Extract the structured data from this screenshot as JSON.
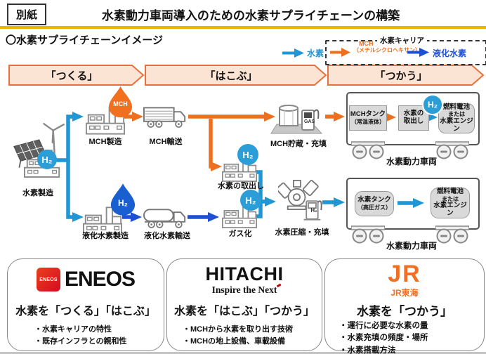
{
  "header": {
    "tag": "別紙",
    "title": "水素動力車両導入のための水素サプライチェーンの構築",
    "section_title": "〇水素サプライチェーンイメージ",
    "accent_color": "#f0b400"
  },
  "legend": {
    "hydrogen_label": "水素",
    "hydrogen_color": "#2196d4",
    "carrier_box_title": "水素キャリア",
    "mch_label_line1": "MCH",
    "mch_label_line2": "（メチルシクロヘキサン）",
    "mch_color": "#ed7020",
    "liquefied_label": "液化水素",
    "liquefied_color": "#1d50d6"
  },
  "phases": [
    {
      "label": "「つくる」"
    },
    {
      "label": "「はこぶ」"
    },
    {
      "label": "「つかう」"
    }
  ],
  "diagram": {
    "nodes": {
      "hydrogen_production": "水素製造",
      "mch_production": "MCH製造",
      "mch_transport": "MCH輸送",
      "mch_storage": "MCH貯蔵・充填",
      "hydrogen_extraction": "水素の取出し",
      "lh2_production": "液化水素製造",
      "lh2_transport": "液化水素輸送",
      "gasification": "ガス化",
      "compression": "水素圧縮・充填",
      "vehicle_top_label": "水素動力車両",
      "vehicle_bottom_label": "水素動力車両"
    },
    "badges": {
      "h2": "H₂",
      "mch": "MCH",
      "gas": "GAS",
      "pump_h2": "H₂"
    },
    "vehicle_top": {
      "tank_line1": "MCHタンク",
      "tank_line2": "（常温液体）",
      "extract_line1": "水素の",
      "extract_line2": "取出し",
      "engine_line1": "燃料電池",
      "engine_line2": "または",
      "engine_line3": "水素エンジン"
    },
    "vehicle_bottom": {
      "tank_line1": "水素タンク",
      "tank_line2": "（高圧ガス）",
      "engine_line1": "燃料電池",
      "engine_line2": "または",
      "engine_line3": "水素エンジン"
    }
  },
  "partners": [
    {
      "name": "ENEOS",
      "mark_text": "ENEOS",
      "slogan": "水素を「つくる」「はこぶ」",
      "bullets": [
        "・水素キャリアの特性",
        "・既存インフラとの親和性"
      ]
    },
    {
      "name": "HITACHI",
      "tagline": "Inspire the Next",
      "slogan": "水素を「はこぶ」「つかう」",
      "bullets": [
        "・MCHから水素を取り出す技術",
        "・MCHの地上設備、車載設備"
      ]
    },
    {
      "name": "JR",
      "subname": "JR東海",
      "slogan": "水素を「つかう」",
      "bullets": [
        "・運行に必要な水素の量",
        "・水素充填の頻度・場所",
        "・水素搭載方法"
      ]
    }
  ]
}
